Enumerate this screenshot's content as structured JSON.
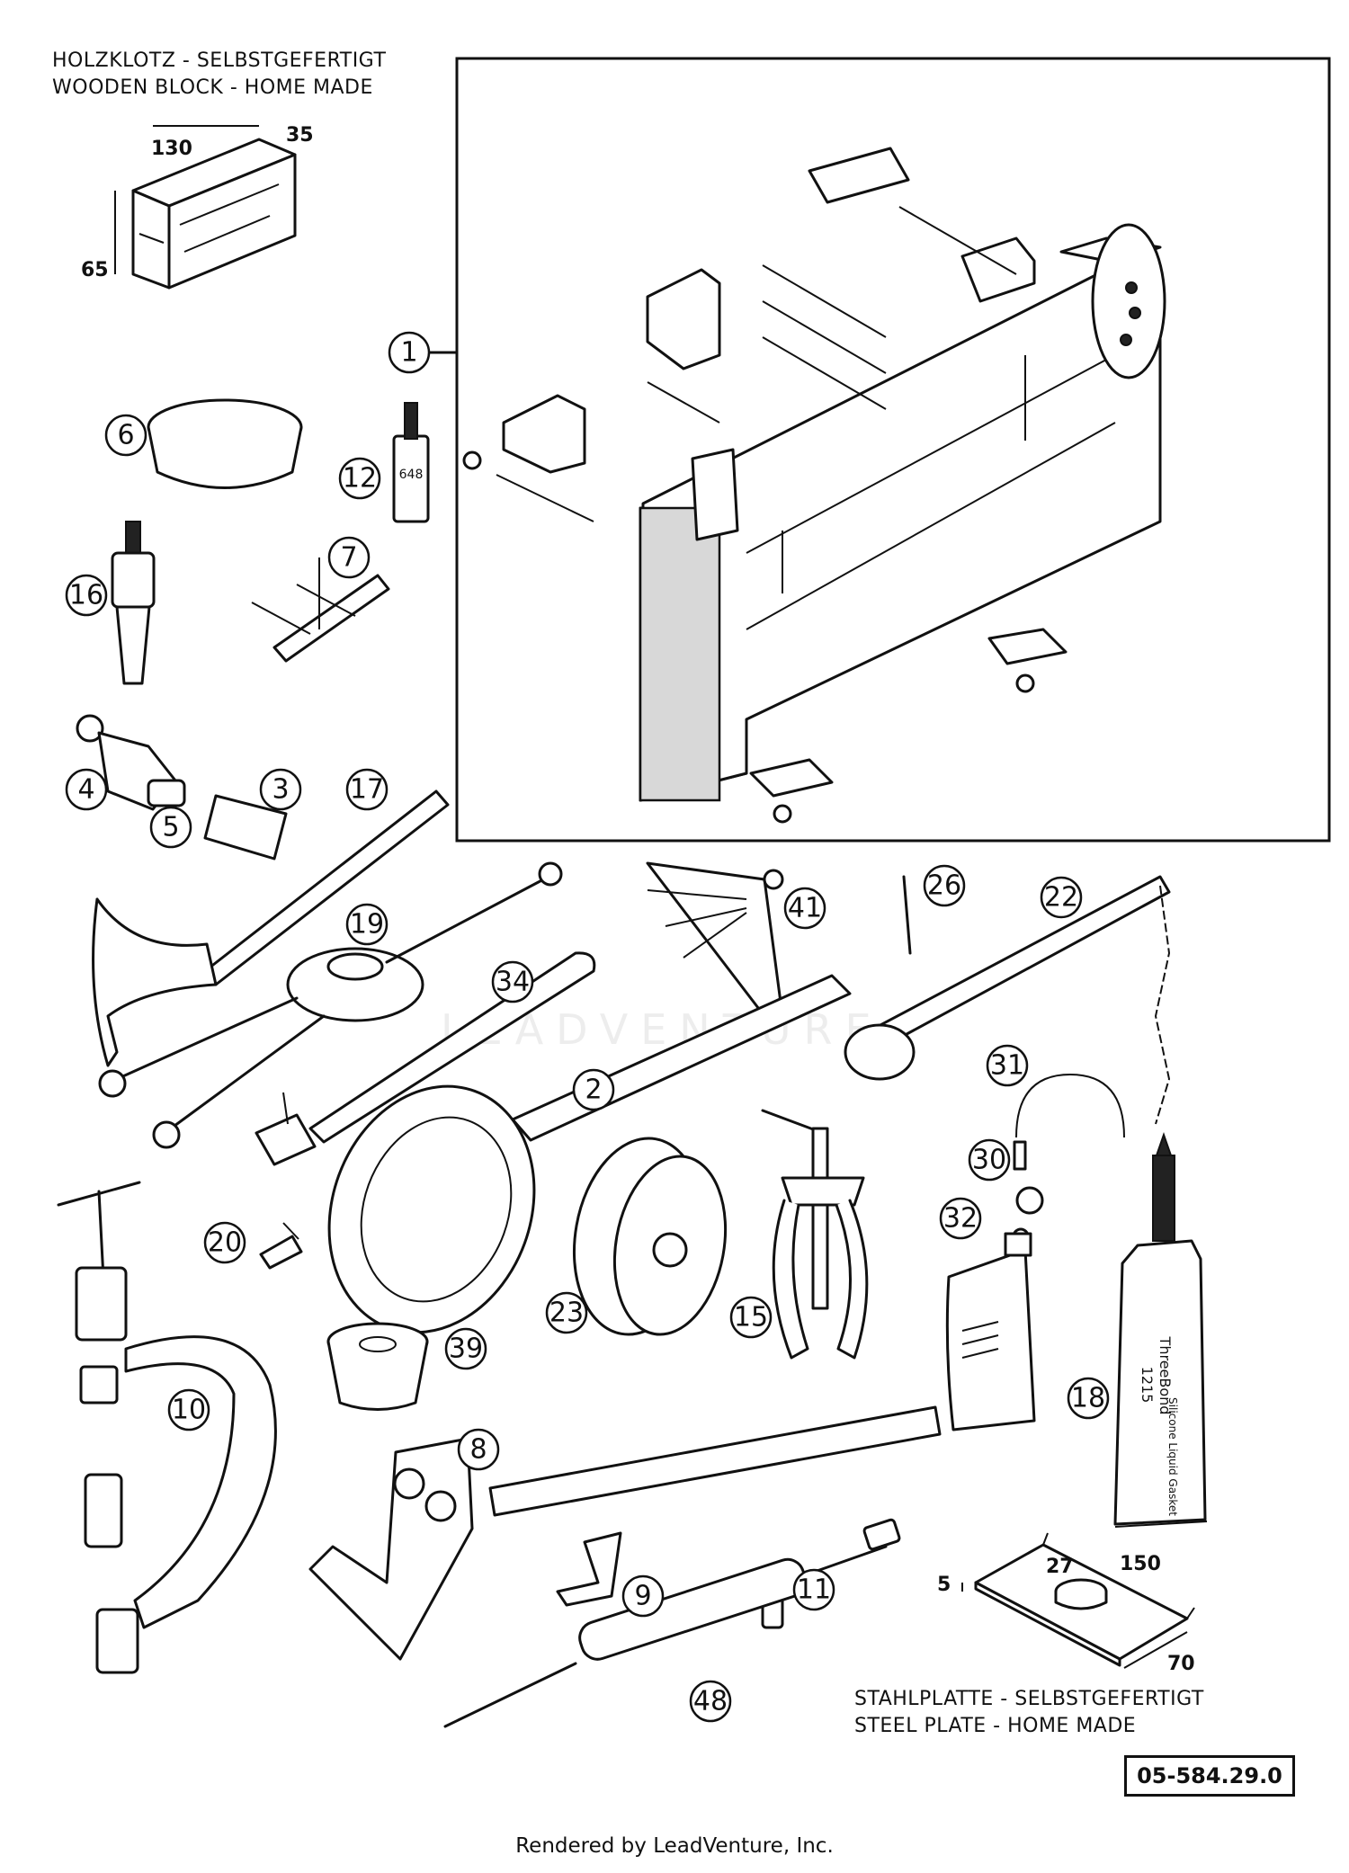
{
  "labels": {
    "wood_block_de": "HOLZKLOTZ - SELBSTGEFERTIGT",
    "wood_block_en": "WOODEN BLOCK - HOME MADE",
    "steel_plate_de": "STAHLPLATTE - SELBSTGEFERTIGT",
    "steel_plate_en": "STEEL PLATE - HOME MADE"
  },
  "dimensions": {
    "block_length": "130",
    "block_width": "35",
    "block_height": "65",
    "plate_thickness": "5",
    "plate_hole": "27",
    "plate_length": "150",
    "plate_width": "70"
  },
  "callouts": [
    "1",
    "6",
    "12",
    "16",
    "7",
    "4",
    "5",
    "3",
    "17",
    "19",
    "41",
    "26",
    "22",
    "34",
    "2",
    "31",
    "30",
    "32",
    "20",
    "23",
    "15",
    "39",
    "10",
    "8",
    "18",
    "11",
    "9",
    "48"
  ],
  "tube_text": {
    "brand": "ThreeBond",
    "code": "1215",
    "sub": "Silicone Liquid Gasket"
  },
  "bottle_text": "648",
  "watermark": "LEADVENTURE",
  "reference": "05-584.29.0",
  "footer": "Rendered by LeadVenture, Inc."
}
